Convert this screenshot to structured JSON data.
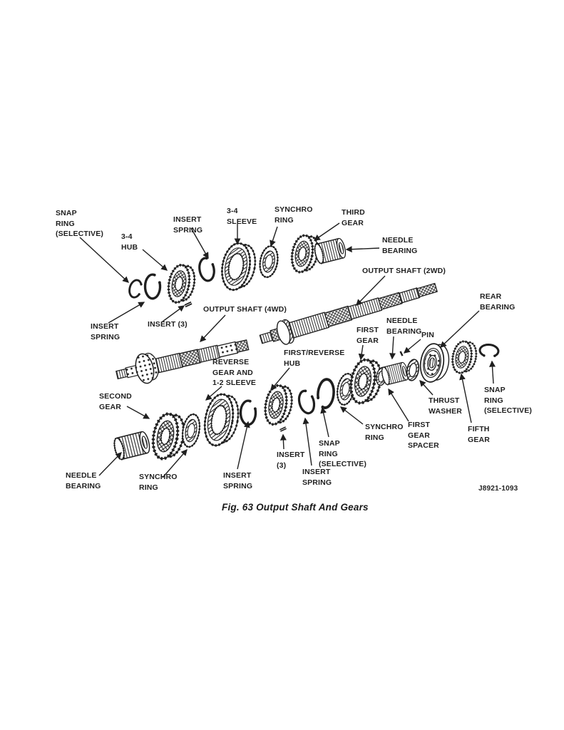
{
  "figure": {
    "caption": "Fig. 63 Output Shaft And Gears",
    "part_number": "J8921-1093"
  },
  "ink_color": "#1f1f1f",
  "labels": {
    "snap_ring_selective_top": "SNAP\nRING\n(SELECTIVE)",
    "hub_3_4": "3-4\nHUB",
    "insert_spring_top": "INSERT\nSPRING",
    "sleeve_3_4": "3-4\nSLEEVE",
    "synchro_ring_top": "SYNCHRO\nRING",
    "third_gear": "THIRD\nGEAR",
    "needle_bearing_top": "NEEDLE\nBEARING",
    "output_shaft_2wd": "OUTPUT SHAFT (2WD)",
    "rear_bearing": "REAR\nBEARING",
    "insert_spring_left": "INSERT\nSPRING",
    "insert_3_top": "INSERT (3)",
    "output_shaft_4wd": "OUTPUT SHAFT (4WD)",
    "first_gear": "FIRST\nGEAR",
    "needle_bearing_right": "NEEDLE\nBEARING",
    "pin": "PIN",
    "reverse_gear_sleeve": "REVERSE\nGEAR AND\n1-2 SLEEVE",
    "first_reverse_hub": "FIRST/REVERSE\nHUB",
    "second_gear": "SECOND\nGEAR",
    "thrust_washer": "THRUST\nWASHER",
    "snap_ring_selective_right": "SNAP\nRING\n(SELECTIVE)",
    "synchro_ring_right": "SYNCHRO\nRING",
    "first_gear_spacer": "FIRST\nGEAR\nSPACER",
    "fifth_gear": "FIFTH\nGEAR",
    "needle_bearing_bottom": "NEEDLE\nBEARING",
    "synchro_ring_bottom": "SYNCHRO\nRING",
    "insert_spring_bottom_left": "INSERT\nSPRING",
    "insert_3_bottom": "INSERT\n(3)",
    "insert_spring_bottom_mid": "INSERT\nSPRING",
    "snap_ring_selective_bottom": "SNAP\nRING\n(SELECTIVE)"
  }
}
